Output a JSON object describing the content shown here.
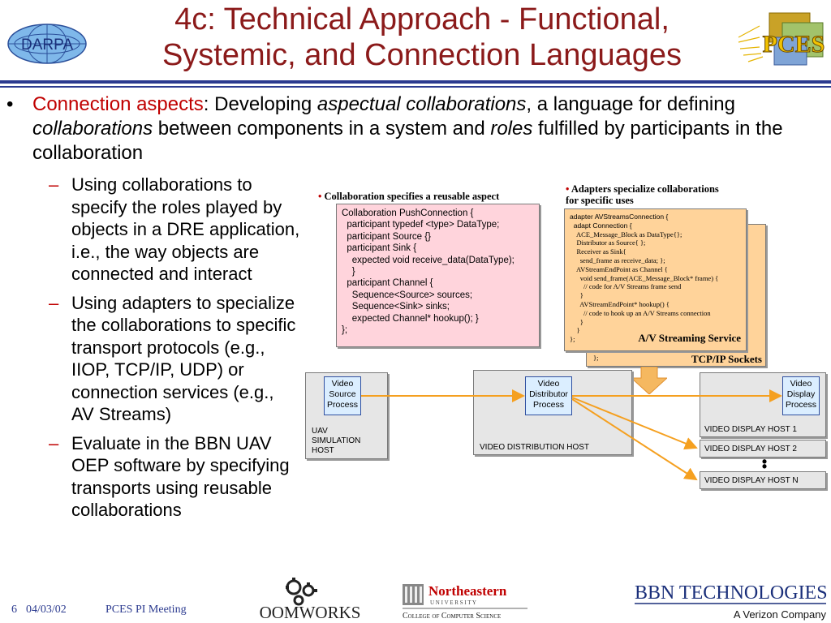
{
  "title": {
    "line1": "4c: Technical Approach - Functional,",
    "line2": "Systemic, and Connection Languages"
  },
  "logos": {
    "darpa": "DARPA",
    "pces": "PCES"
  },
  "main_bullet": {
    "bullet": "•",
    "lead": "Connection aspects",
    "colon": ": Developing ",
    "i1": "aspectual collaborations",
    "t2": ", a language for defining ",
    "i2": "collaborations",
    "t3": " between components in a system and ",
    "i3": "roles",
    "t4": " fulfilled by participants in the collaboration"
  },
  "sub_bullets": [
    {
      "dash": "–",
      "text": "Using collaborations to specify the roles played by objects in a DRE application, i.e., the way objects are connected and interact"
    },
    {
      "dash": "–",
      "text": "Using adapters to specialize the collaborations to specific transport protocols (e.g., IIOP, TCP/IP, UDP) or connection services (e.g., AV Streams)"
    },
    {
      "dash": "–",
      "text": "Evaluate in the BBN UAV OEP software by specifying transports using reusable collaborations"
    }
  ],
  "diagram": {
    "caption_collab": "Collaboration specifies a reusable aspect",
    "caption_adapters_1": "Adapters specialize collaborations",
    "caption_adapters_2": "for specific uses",
    "collab_code": [
      "Collaboration PushConnection {",
      "  participant typedef <type> DataType;",
      "  participant Source {}",
      "  participant Sink {",
      "    expected void receive_data(DataType);",
      "    }",
      "  participant Channel {",
      "    Sequence<Source> sources;",
      "    Sequence<Sink> sinks;",
      "    expected Channel* hookup(); }",
      "};"
    ],
    "adapter_code_head": [
      "adapter AVStreamsConnection {",
      "  adapt Connection {"
    ],
    "adapter_code": [
      "    ACE_Message_Block as DataType{};",
      "    Distributor as Source{ };",
      "    Receiver as Sink{",
      "      send_frame as receive_data; };",
      "    AVStreamEndPoint as Channel {",
      "      void send_frame(ACE_Message_Block* frame) {",
      "        // code for A/V Streams frame send",
      "      }",
      "      AVStreamEndPoint* hookup() {",
      "        // code to hook up an A/V Streams connection",
      "      }",
      "    }",
      "};"
    ],
    "back_card_end": "};",
    "av_label": "A/V Streaming Service",
    "tcp_label": "TCP/IP Sockets",
    "hosts": {
      "uav": "UAV\nSIMULATION\nHOST",
      "dist": "VIDEO DISTRIBUTION HOST",
      "disp1": "VIDEO DISPLAY HOST 1",
      "disp2": "VIDEO DISPLAY HOST 2",
      "dispn": "VIDEO DISPLAY HOST N"
    },
    "processes": {
      "source": "Video\nSource\nProcess",
      "distributor": "Video\nDistributor\nProcess",
      "display": "Video\nDisplay\nProcess"
    },
    "ellipsis": "•\n•"
  },
  "footer": {
    "page": "6",
    "date": "04/03/02",
    "meeting": "PCES PI Meeting",
    "oomworks": "OOMWORKS",
    "northeastern": "Northeastern",
    "university": "U N I V E R S I T Y",
    "college": "College of Computer Science",
    "bbn": "BBN TECHNOLOGIES",
    "verizon": "A Verizon Company"
  },
  "colors": {
    "title": "#8b1a1a",
    "accent_red": "#c00000",
    "rule_blue": "#2b3a8f",
    "collab_fill": "#ffd4dc",
    "adapter_fill": "#ffd39a",
    "arrow_orange": "#f5a020"
  }
}
